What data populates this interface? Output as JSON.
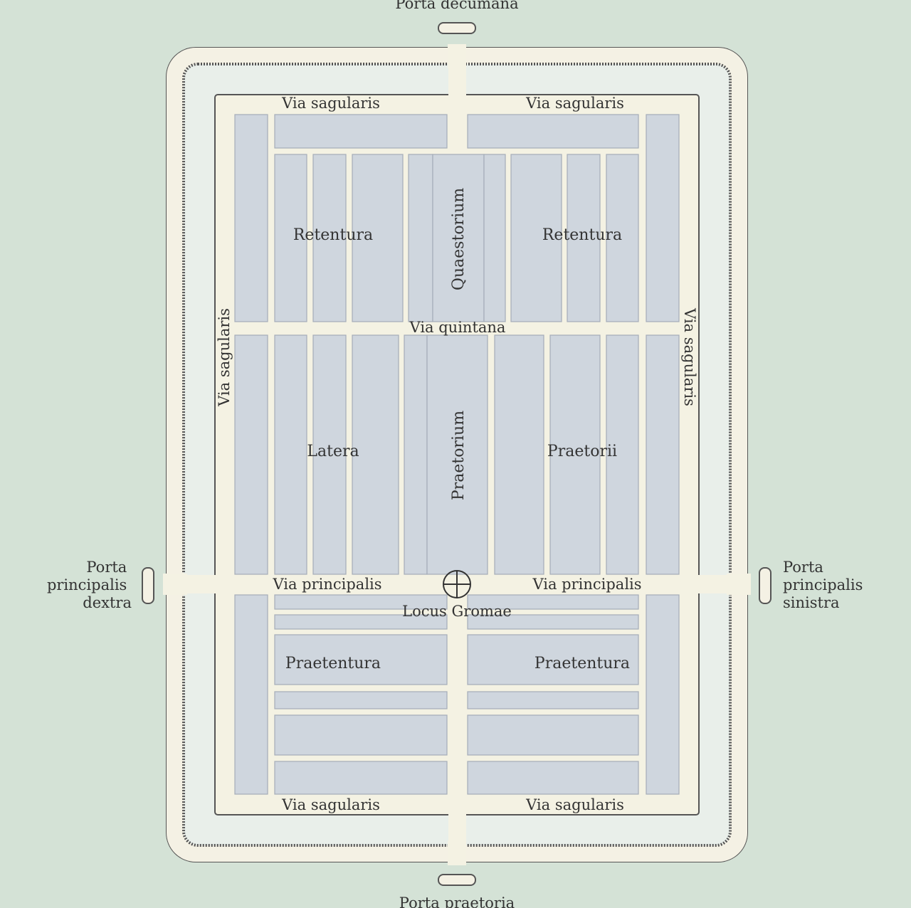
{
  "labels": {
    "porta_decumana": "Porta decumana",
    "porta_praetoria": "Porta praetoria",
    "porta_dextra": [
      "Porta",
      "principalis",
      "dextra"
    ],
    "porta_sinistra": [
      "Porta",
      "principalis",
      "sinistra"
    ],
    "via_sagularis": "Via sagularis",
    "via_quintana": "Via quintana",
    "via_principalis": "Via principalis",
    "locus_gromae": "Locus Gromae",
    "retentura": "Retentura",
    "quaestorium": "Quaestorium",
    "latera": "Latera",
    "praetorium": "Praetorium",
    "praetorii": "Praetorii",
    "praetentura": "Praetentura"
  },
  "colors": {
    "background": "#d4e2d6",
    "wall_fill": "#f4f1e4",
    "outline": "#555555",
    "ditch_band": "#e9efea",
    "interior": "#f4f2e3",
    "block": "#cfd6de",
    "block_stroke": "#a4acb8",
    "text": "#333333"
  }
}
